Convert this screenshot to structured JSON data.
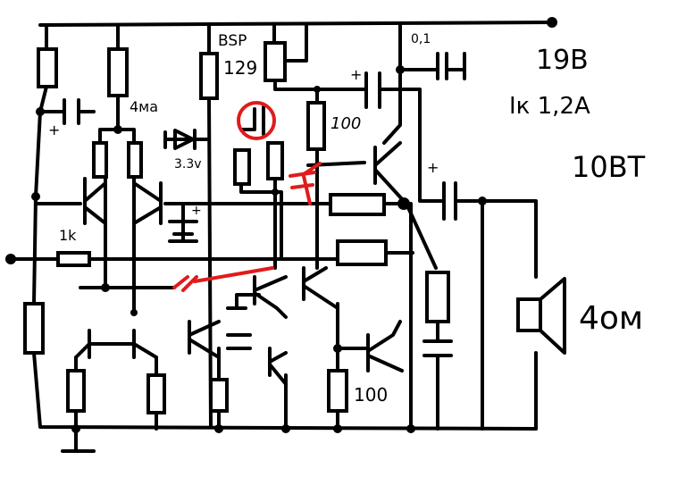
{
  "labels": {
    "transistor": "BSP\n129",
    "transistor_line1": "BSP",
    "transistor_line2": "129",
    "cap_value": "0,1",
    "supply_voltage": "19B",
    "collector_current": "Iк 1,2A",
    "power": "10BT",
    "current_4ma": "4мa",
    "zener": "3.3v",
    "res_1k": "1k",
    "res_100_top": "100",
    "res_100_bottom": "100",
    "speaker": "4oм",
    "plus": "+"
  },
  "colors": {
    "wire": "#000000",
    "highlight": "#e01b1b"
  }
}
